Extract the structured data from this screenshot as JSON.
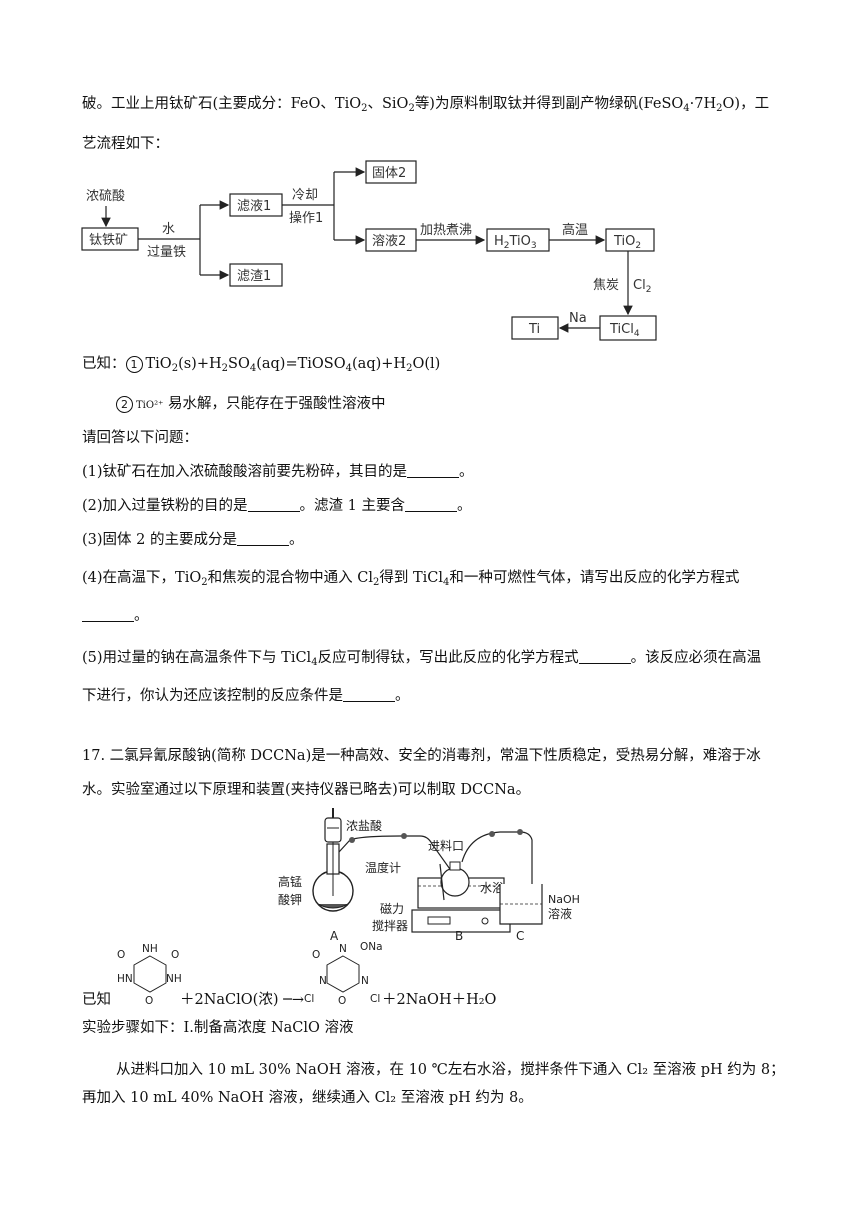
{
  "intro": {
    "line1_prefix": "破。工业上用钛矿石(主要成分：FeO、TiO",
    "line1_mid1": "、SiO",
    "line1_mid2": "等)为原料制取钛并得到副产物绿矾(FeSO",
    "line1_mid3": "·7H",
    "line1_mid4": "O)，工",
    "line2": "艺流程如下："
  },
  "flow": {
    "input_acid": "浓硫酸",
    "ore": "钛铁矿",
    "water": "水",
    "excess_iron": "过量铁",
    "filtrate1": "滤液1",
    "residue1": "滤渣1",
    "cool": "冷却",
    "op1": "操作1",
    "solid2": "固体2",
    "solution2": "溶液2",
    "heat_boil": "加热煮沸",
    "h2tio3_a": "H",
    "h2tio3_b": "TiO",
    "high_temp": "高温",
    "tio2": "TiO",
    "coke": "焦炭",
    "cl2": "Cl",
    "ticl4": "TiCl",
    "na": "Na",
    "ti": "Ti",
    "sub2": "2",
    "sub3": "3",
    "sub4": "4"
  },
  "known": {
    "label": "已知：",
    "num1": "1",
    "eq1": {
      "a": "TiO",
      "b": "(s)+H",
      "c": "SO",
      "d": "(aq)=TiOSO",
      "e": "(aq)+H",
      "f": "O(l)"
    },
    "num2": "2",
    "ion": "TiO²⁺",
    "note2": "易水解，只能存在于强酸性溶液中"
  },
  "questions": {
    "intro": "请回答以下问题：",
    "q1": "(1)钛矿石在加入浓硫酸酸溶前要先粉碎，其目的是",
    "q1_end": "。",
    "q2a": "(2)加入过量铁粉的目的是",
    "q2b": "。滤渣 1 主要含",
    "q2_end": "。",
    "q3": "(3)固体 2 的主要成分是",
    "q3_end": "。",
    "q4a": "(4)在高温下，TiO",
    "q4b": "和焦炭的混合物中通入 Cl",
    "q4c": "得到 TiCl",
    "q4d": "和一种可燃性气体，请写出反应的化学方程式",
    "q4_end": "。",
    "q5a": "(5)用过量的钠在高温条件下与 TiCl",
    "q5b": "反应可制得钛，写出此反应的化学方程式",
    "q5c": "。该反应必须在高温",
    "q5d": "下进行，你认为还应该控制的反应条件是",
    "q5_end": "。"
  },
  "q17": {
    "line1": "17. 二氯异氰尿酸钠(简称 DCCNa)是一种高效、安全的消毒剂，常温下性质稳定，受热易分解，难溶于冰",
    "line2": "水。实验室通过以下原理和装置(夹持仪器已略去)可以制取 DCCNa。",
    "apparatus": {
      "conc_hcl": "浓盐酸",
      "inlet": "进料口",
      "thermometer": "温度计",
      "water_bath": "水浴",
      "kmno4_1": "高锰",
      "kmno4_2": "酸钾",
      "stirrer_1": "磁力",
      "stirrer_2": "搅拌器",
      "naoh_1": "NaOH",
      "naoh_2": "溶液",
      "A": "A",
      "B": "B",
      "C": "C"
    },
    "reaction": {
      "known": "已知",
      "plus_naclo": "＋2NaClO(浓) ─→",
      "products": "＋2NaOH＋H₂O",
      "ring_O": "O",
      "ring_NH": "NH",
      "ring_HN": "HN",
      "ring_N": "N",
      "ring_ONa": "ONa",
      "ring_Cl": "Cl"
    },
    "steps_title": "实验步骤如下：Ⅰ.制备高浓度 NaClO 溶液",
    "step_line1": "从进料口加入 10 mL 30% NaOH 溶液，在 10 ℃左右水浴，搅拌条件下通入 Cl₂ 至溶液 pH 约为 8；",
    "step_line2": "再加入 10 mL 40% NaOH 溶液，继续通入 Cl₂ 至溶液 pH 约为 8。"
  }
}
